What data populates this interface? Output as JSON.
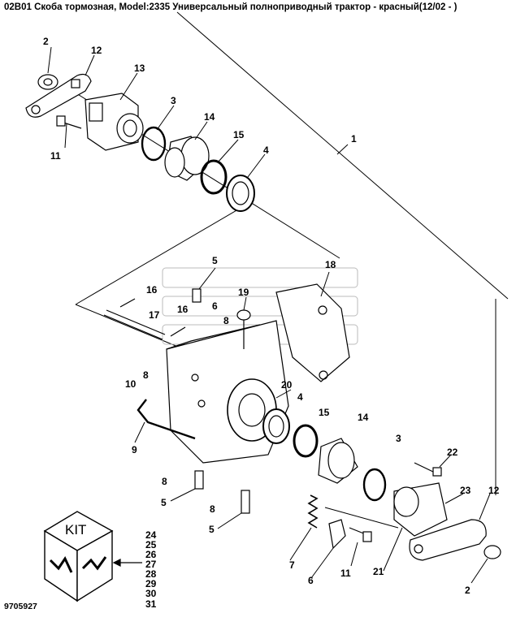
{
  "title": "02B01 Скоба тормозная, Model:2335 Универсальный полноприводный трактор - красный(12/02 - )",
  "drawing_code": "9705927",
  "kit_label": "KIT",
  "kit_items": [
    "24",
    "25",
    "26",
    "27",
    "28",
    "29",
    "30",
    "31"
  ],
  "callouts": {
    "c1": "1",
    "c2_top": "2",
    "c12_top": "12",
    "c13": "13",
    "c3_top": "3",
    "c14_top": "14",
    "c15_top": "15",
    "c4_top": "4",
    "c11_top": "11",
    "c5_mid": "5",
    "c16_a": "16",
    "c16_b": "16",
    "c6": "6",
    "c17": "17",
    "c19": "19",
    "c8_mid": "8",
    "c18": "18",
    "c8_left": "8",
    "c10": "10",
    "c20": "20",
    "c4_low": "4",
    "c15_low": "15",
    "c14_low": "14",
    "c3_low": "3",
    "c9": "9",
    "c22": "22",
    "c23": "23",
    "c12_low": "12",
    "c8_low1": "8",
    "c5_low1": "5",
    "c8_low2": "8",
    "c5_low2": "5",
    "c7": "7",
    "c6_low": "6",
    "c11_low": "11",
    "c21": "21",
    "c2_low": "2"
  }
}
